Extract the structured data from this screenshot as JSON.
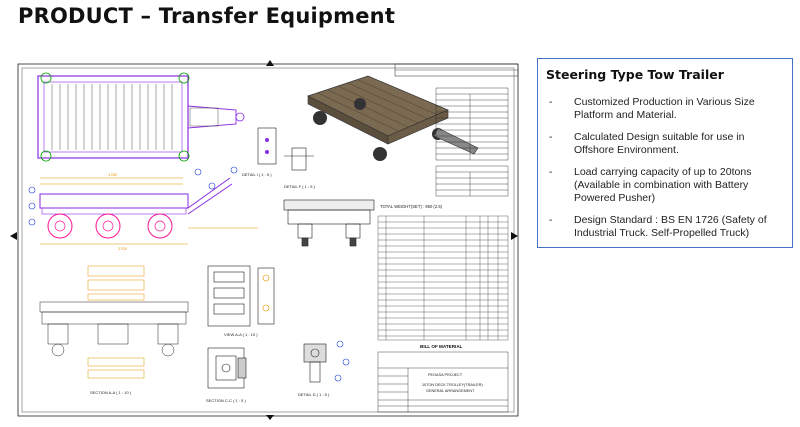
{
  "page_title": "PRODUCT – Transfer Equipment",
  "panel": {
    "heading": "Steering Type Tow Trailer",
    "bullets": [
      "Customized Production in Various Size Platform and Material.",
      "Calculated Design suitable for use in Offshore Environment.",
      "Load carrying capacity of up to 20tons (Available in combination with Battery Powered Pusher)",
      "Design Standard : BS EN 1726 (Safety of Industrial Truck. Self-Propelled Truck)"
    ]
  },
  "drawing": {
    "detail_label_a": "DETAIL I ( 1 : 5 )",
    "detail_label_b": "DETAIL F ( 1 : 5 )",
    "view_label": "VIEW A-A ( 1 : 10 )",
    "section_label_c": "SECTION C-C ( 1 : 5 )",
    "section_label_a": "SECTION A-A ( 1 : 10 )",
    "detail_label_d": "DETAIL D ( 1 : 5 )",
    "weight_line_1": "TOTAL WEIGHT(SET) : 950 (2.5)",
    "bom_title": "BILL OF MATERIAL",
    "title_block_1": "PEGASA PROJECT",
    "title_block_2": "10TON DECK TROLLEY(TRAILER)",
    "title_block_3": "GENERAL ARRANGEMENT",
    "dim_top": "1780",
    "dim_side": "2700",
    "colors": {
      "frame": "#8a2be2",
      "dimension": "#e69500",
      "callout": "#1e3fd0",
      "line": "#222222",
      "deck": "#7a6a52",
      "wheel": "#ff1493"
    }
  }
}
